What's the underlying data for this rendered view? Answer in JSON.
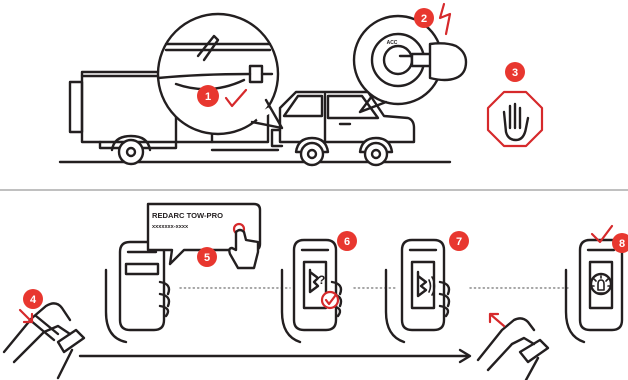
{
  "colors": {
    "line": "#231f20",
    "accent": "#e8372f",
    "divider": "#9a9a9a"
  },
  "ignition": {
    "acc_label": "ACC"
  },
  "device_label": {
    "title": "REDARC TOW-PRO",
    "code": "xxxxxxx-xxxx"
  },
  "steps": [
    {
      "number": "1",
      "icon": "checkmark-icon"
    },
    {
      "number": "2",
      "icon": "lightning-icon"
    },
    {
      "number": "3",
      "icon": "stop-hand-icon"
    },
    {
      "number": "4",
      "icon": "brake-pedal-icon"
    },
    {
      "number": "5",
      "icon": "tap-code-icon"
    },
    {
      "number": "6",
      "icon": "bluetooth-question-icon"
    },
    {
      "number": "7",
      "icon": "bluetooth-connected-icon"
    },
    {
      "number": "8",
      "icon": "light-bulb-icon"
    }
  ]
}
